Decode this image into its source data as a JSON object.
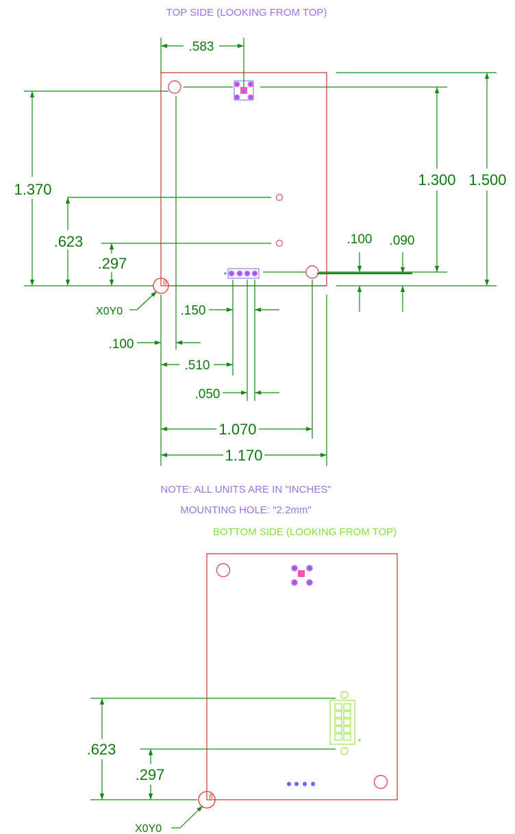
{
  "top_view": {
    "title": "TOP SIDE (LOOKING FROM TOP)",
    "origin_label": "X0Y0",
    "marker_letter": "B",
    "dimensions": {
      "d583": ".583",
      "d1370": "1.370",
      "d623": ".623",
      "d297": ".297",
      "d1300": "1.300",
      "d1500": "1.500",
      "d100_right": ".100",
      "d090": ".090",
      "d150": ".150",
      "d100_left": ".100",
      "d510": ".510",
      "d050": ".050",
      "d1070": "1.070",
      "d1170": "1.170"
    }
  },
  "notes": {
    "units": "NOTE: ALL UNITS ARE IN \"INCHES\"",
    "mounting_hole": "MOUNTING HOLE: \"2.2mm\""
  },
  "bottom_view": {
    "title": "BOTTOM SIDE (LOOKING FROM TOP)",
    "origin_label": "X0Y0",
    "marker_letter": "B",
    "dimensions": {
      "d623": ".623",
      "d297": ".297"
    }
  },
  "colors": {
    "dimension": "#0c7a0c",
    "board_outline": "#c8322e",
    "top_title": "#9a73e6",
    "bottom_title": "#86e03c"
  }
}
